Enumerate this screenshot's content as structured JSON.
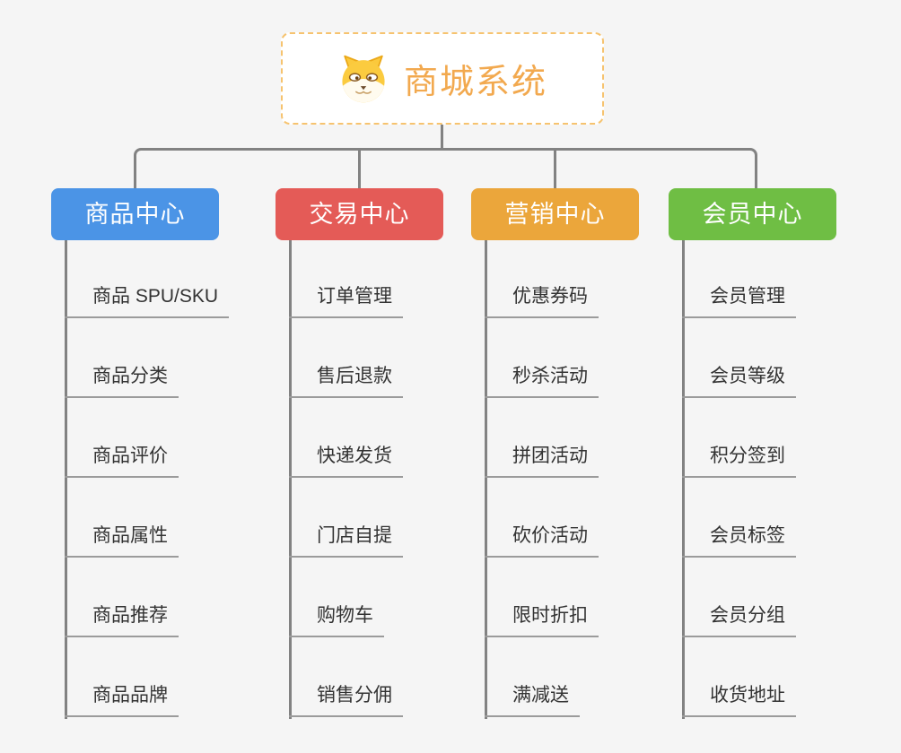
{
  "root": {
    "title": "商城系统",
    "icon": "dog-face-icon"
  },
  "branches": [
    {
      "label": "商品中心",
      "color": "#4b94e6",
      "items": [
        "商品 SPU/SKU",
        "商品分类",
        "商品评价",
        "商品属性",
        "商品推荐",
        "商品品牌"
      ]
    },
    {
      "label": "交易中心",
      "color": "#e45b57",
      "items": [
        "订单管理",
        "售后退款",
        "快递发货",
        "门店自提",
        "购物车",
        "销售分佣"
      ]
    },
    {
      "label": "营销中心",
      "color": "#eba63b",
      "items": [
        "优惠券码",
        "秒杀活动",
        "拼团活动",
        "砍价活动",
        "限时折扣",
        "满减送"
      ]
    },
    {
      "label": "会员中心",
      "color": "#6fbe44",
      "items": [
        "会员管理",
        "会员等级",
        "积分签到",
        "会员标签",
        "会员分组",
        "收货地址"
      ]
    }
  ],
  "colors": {
    "background": "#f5f5f5",
    "root_border": "#f6c36f",
    "root_title": "#f2a94f",
    "connector": "#828282",
    "leaf_underline": "#9b9b9b",
    "leaf_text": "#333333"
  }
}
